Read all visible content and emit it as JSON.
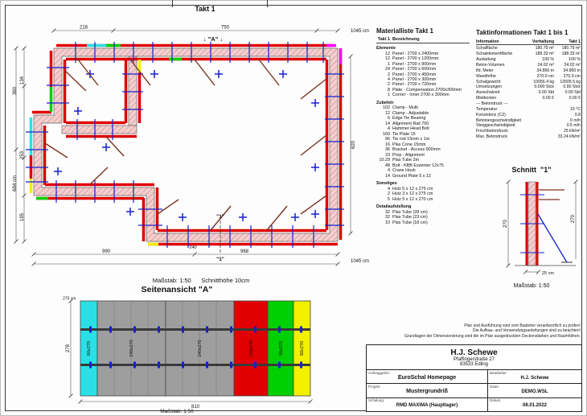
{
  "colors": {
    "panel_red": "#e00000",
    "panel_cyan": "#2ae0e6",
    "panel_green": "#00cf00",
    "panel_yellow": "#f2ef00",
    "panel_magenta": "#ff00ff",
    "panel_gray": "#9e9e9e",
    "wall_fill": "#f3cfcf",
    "tie_blue": "#1820cc",
    "brace_brown": "#7a3522"
  },
  "plan": {
    "title": "Takt 1",
    "marker_a": "↓ \"A\" ↓",
    "marker_1": "\"1\"",
    "scale_note": "Maßstab: 1:50      Schnitthöhe 10cm",
    "dims": {
      "top_a": "218",
      "top_b": "750",
      "top_total": "1045 cm",
      "left_a": "360",
      "left_total": "684 cm",
      "left_1": "134",
      "left_2": "253",
      "left_3": "195",
      "right_a": "620",
      "bottom_a": "990",
      "bottom_b": "968",
      "bottom_inner": "240",
      "bottom_total": "1045 cm"
    }
  },
  "material_list": {
    "title": "Materialliste  Takt 1",
    "col_qty": "Takt 1",
    "col_desc": "Bezeichnung",
    "sections": [
      {
        "name": "Elemente",
        "rows": [
          {
            "qty": "12",
            "desc": "Panel - 2700 x 2400mm"
          },
          {
            "qty": "12",
            "desc": "Panel - 2700 x 1200mm"
          },
          {
            "qty": "1",
            "desc": "Panel - 2700 x 900mm"
          },
          {
            "qty": "24",
            "desc": "Panel - 2700 x 600mm"
          },
          {
            "qty": "2",
            "desc": "Panel - 2700 x 450mm"
          },
          {
            "qty": "4",
            "desc": "Panel - 2700 x 300mm"
          },
          {
            "qty": "2",
            "desc": "Panel - 2700 x 720mm"
          },
          {
            "qty": "8",
            "desc": "Plate - Compensation 2700x300mm"
          },
          {
            "qty": "1",
            "desc": "Corner - Inner 2700 x 300mm"
          }
        ]
      },
      {
        "name": "Zubehör",
        "rows": [
          {
            "qty": "102",
            "desc": "Clamp - Multi"
          },
          {
            "qty": "12",
            "desc": "Clamp - Adjustable"
          },
          {
            "qty": "6",
            "desc": "Edge Tie Bearing"
          },
          {
            "qty": "14",
            "desc": "Alignment Rail 750"
          },
          {
            "qty": "4",
            "desc": "Hammer Head Bolt"
          },
          {
            "qty": "160",
            "desc": "Tie Plate 15"
          },
          {
            "qty": "96",
            "desc": "Tie rod 15mm x 1m"
          },
          {
            "qty": "16",
            "desc": "Plas Cone 15mm"
          },
          {
            "qty": "36",
            "desc": "Bracket - Access 900mm"
          },
          {
            "qty": "23",
            "desc": "Prop - Alignment"
          },
          {
            "qty": "10.29",
            "desc": "Plas Tube 2m"
          },
          {
            "qty": "48",
            "desc": "Bolt - KBB Exzenter 12x75"
          },
          {
            "qty": "4",
            "desc": "Crane Hook"
          },
          {
            "qty": "14",
            "desc": "Ground Plate 5 x 12"
          }
        ]
      },
      {
        "name": "Sonstiges",
        "rows": [
          {
            "qty": "4",
            "desc": "Holz 5 x 12 x 275 cm"
          },
          {
            "qty": "2",
            "desc": "Holz 3 x 12 x 275 cm"
          },
          {
            "qty": "5",
            "desc": "Holz 5 x 12 x 270 cm"
          }
        ]
      },
      {
        "name": "Detailaufstellung",
        "rows": [
          {
            "qty": "32",
            "desc": "Plas Tube  (28 cm)"
          },
          {
            "qty": "32",
            "desc": "Plas Tube  (23 cm)"
          },
          {
            "qty": "10",
            "desc": "Plas Tube  (18 cm)"
          }
        ]
      }
    ]
  },
  "takt_info": {
    "title": "Taktinformationen  Takt 1 bis 1",
    "columns": [
      "Information",
      "Vorhaltung",
      "Takt 1"
    ],
    "rows": [
      {
        "label": "Schalfläche",
        "vorhaltung": "180.79 m²",
        "takt1": "180.79 m²"
      },
      {
        "label": "Schalelementfläche",
        "vorhaltung": "188.33 m²",
        "takt1": "188.33 m²"
      },
      {
        "label": "Ausladung",
        "vorhaltung": "100 %",
        "takt1": "100 %"
      },
      {
        "label": "Beton-Volumen",
        "vorhaltung": "24.02 m³",
        "takt1": "24.02 m³"
      },
      {
        "label": "lfd. Meter",
        "vorhaltung": "34.860 m",
        "takt1": "34.860 m"
      },
      {
        "label": "Wandhöhe",
        "vorhaltung": "270.0 cm",
        "takt1": "270.0 cm"
      },
      {
        "label": "Schalgewicht",
        "vorhaltung": "10056.4 kg",
        "takt1": "12505.5 kg"
      },
      {
        "label": "Umsetzungen",
        "vorhaltung": "0.000 Stck",
        "takt1": "0.90 Stck"
      },
      {
        "label": "Ausschalzeit",
        "vorhaltung": "0.00 Std",
        "takt1": "0.00 Std"
      },
      {
        "label": "Mietkosten",
        "vorhaltung": "0.00 €",
        "takt1": "0.00 €"
      },
      {
        "label": "--- Betondruck ---",
        "vorhaltung": "",
        "takt1": ""
      },
      {
        "label": "Temperatur",
        "vorhaltung": "",
        "takt1": "15 °C"
      },
      {
        "label": "Konsistenz (C2)",
        "vorhaltung": "",
        "takt1": "0.8"
      },
      {
        "label": "Betoniergeschwindigkeit",
        "vorhaltung": "",
        "takt1": "0 m/h"
      },
      {
        "label": "Steiggeschwindigkeit",
        "vorhaltung": "",
        "takt1": "0.5 m/h"
      },
      {
        "label": "Frischbetondruck",
        "vorhaltung": "",
        "takt1": "25 kN/m²"
      },
      {
        "label": "Max. Betondruck",
        "vorhaltung": "",
        "takt1": "33.24 kN/m²"
      }
    ]
  },
  "schnitt": {
    "title": "Schnitt  \"1\"",
    "scale": "Maßstab: 1:50",
    "dim_left": "270",
    "dim_right": "270",
    "dim_bottom": "25 cm"
  },
  "sideview": {
    "title": "Seitenansicht \"A\"",
    "scale": "Maßstab: 1:50",
    "dim_width": "810",
    "dim_height": "278",
    "level_mark": "270 cm",
    "panels": [
      {
        "label": "60x270"
      },
      {
        "label": "240x270"
      },
      {
        "label": "240x270"
      },
      {
        "label": "120x270"
      },
      {
        "label": "90x270"
      },
      {
        "label": "60x270"
      }
    ]
  },
  "disclaimer": [
    "Plan und Ausführung sind vom Bauleiter verantwortlich zu prüfen!",
    "Die Aufbau- und Verwendungsanleitungen sind zu beachten!",
    "Grundlagen der Dimensionierung sind die im Plan ausgedruckten Deckenstärken und Raumhöhen."
  ],
  "title_block": {
    "company": "H.J. Schewe",
    "address1": "Pfaffingerstraße 27",
    "address2": "83533 Edling",
    "auftraggeber_label": "Auftraggeber:",
    "auftraggeber": "EuroSchal Homepage",
    "bearbeiter_label": "Bearbeiter:",
    "bearbeiter": "H.J. Schewe",
    "projekt_label": "Projekt:",
    "projekt": "Mustergrundriß",
    "datei_label": "Datei:",
    "datei": "DEMO.WSL",
    "datum_label": "Datum:",
    "datum": "08.01.2022",
    "schalung_label": "Schalung:",
    "schalung": "RMD MAXIMA (Hauptlager)"
  }
}
